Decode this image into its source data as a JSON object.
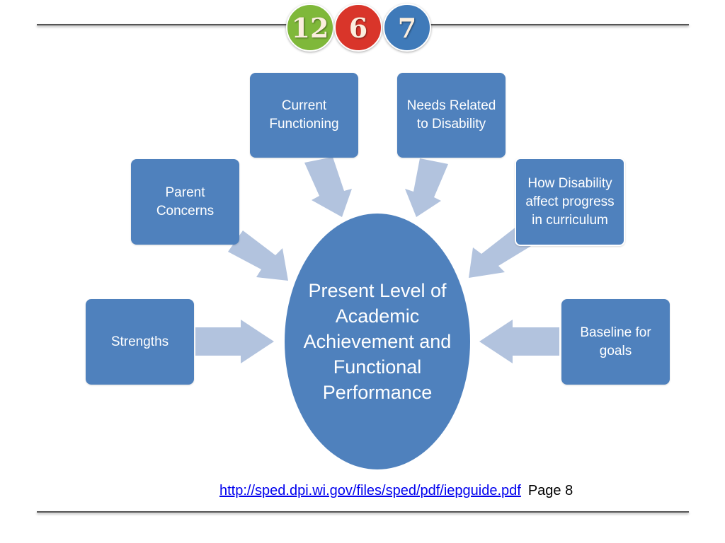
{
  "logo": {
    "numbers": [
      {
        "text": "12",
        "color": "#7fb83a"
      },
      {
        "text": "6",
        "color": "#d9352a"
      },
      {
        "text": "7",
        "color": "#3f7ab9"
      }
    ]
  },
  "diagram": {
    "center": "Present Level of Academic Achievement and Functional Performance",
    "nodes": {
      "current_functioning": "Current Functioning",
      "needs_related": "Needs Related to Disability",
      "parent_concerns": "Parent Concerns",
      "how_disability": "How Disability affect progress in curriculum",
      "strengths": "Strengths",
      "baseline": "Baseline for goals"
    },
    "colors": {
      "box": "#4f81bd",
      "arrow": "#b2c3de"
    }
  },
  "footer": {
    "link": "http://sped.dpi.wi.gov/files/sped/pdf/iepguide.pdf",
    "page": "Page 8"
  }
}
